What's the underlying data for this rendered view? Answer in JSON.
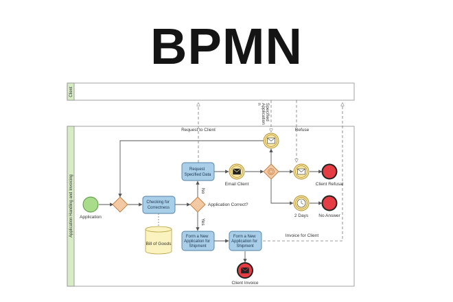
{
  "title": "BPMN",
  "pools": {
    "client": "Client",
    "application": "Application Handling and Invoicing"
  },
  "events": {
    "application": "Application",
    "email_client": "Email Client",
    "client_refusal": "Client Refusal",
    "two_days": "2 Days",
    "no_answer": "No Answer",
    "client_invoice": "Client Invoice"
  },
  "tasks": {
    "checking": [
      "Checking for",
      "Correctness"
    ],
    "request": [
      "Request",
      "Specified Data"
    ],
    "form_new_1": [
      "Form a New",
      "Application for",
      "Shipment"
    ],
    "form_new_2": [
      "Form a New",
      "Application for",
      "Shipment"
    ]
  },
  "gateways": {
    "application_correct": "Application Correct?"
  },
  "data": {
    "bill_of_goods": "Bill of Goods"
  },
  "flows": {
    "request_to_client": "Request to Client",
    "refuse": "Refuse",
    "invoice_for_client": "Invoice for Client",
    "no": "No",
    "yes": "Yes",
    "specified_application": [
      "Specified",
      "Application",
      "n"
    ]
  },
  "colors": {
    "task_fill": "#a9cfe8",
    "task_stroke": "#4e7fa6",
    "gateway_fill": "#f3c9a4",
    "gateway_stroke": "#c07a3c",
    "start_fill": "#a8dc8a",
    "end_fill": "#e53d44",
    "intermediate_fill": "#f6e6a2",
    "lane_fill": "#d6ecc4",
    "data_fill": "#fbf3bf"
  }
}
